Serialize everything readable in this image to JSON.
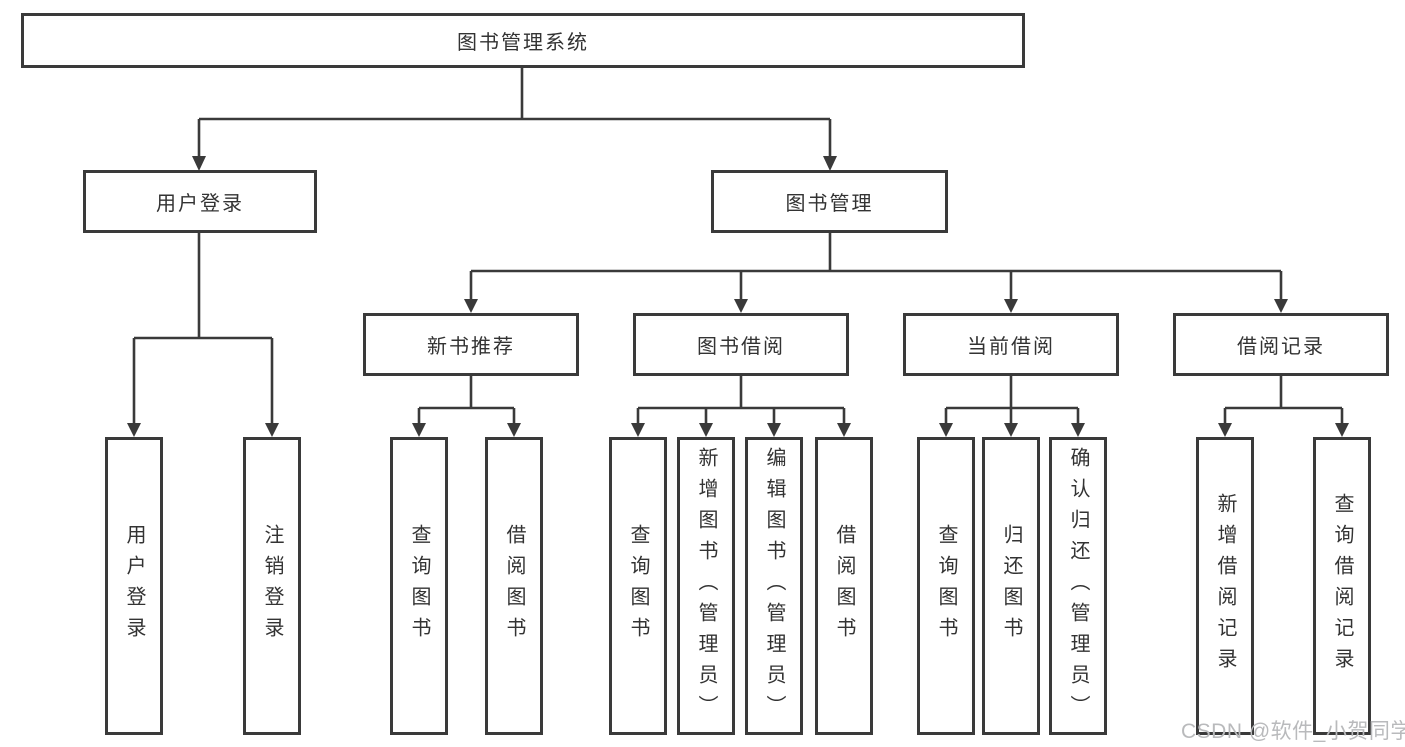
{
  "diagram": {
    "root": {
      "label": "图书管理系统"
    },
    "level2": [
      {
        "label": "用户登录"
      },
      {
        "label": "图书管理"
      }
    ],
    "level3": [
      {
        "label": "新书推荐"
      },
      {
        "label": "图书借阅"
      },
      {
        "label": "当前借阅"
      },
      {
        "label": "借阅记录"
      }
    ],
    "leaves": {
      "user_login": [
        "用户登录",
        "注销登录"
      ],
      "new_book_recommend": [
        "查询图书",
        "借阅图书"
      ],
      "book_borrow": [
        "查询图书",
        "新增图书（管理员）",
        "编辑图书（管理员）",
        "借阅图书"
      ],
      "current_borrow": [
        "查询图书",
        "归还图书",
        "确认归还（管理员）"
      ],
      "borrow_records": [
        "新增借阅记录",
        "查询借阅记录"
      ]
    }
  },
  "watermark": "CSDN @软件_小贺同学",
  "colors": {
    "line": "#3a3a3a",
    "box_border": "#3a3a3a",
    "text": "#333333",
    "watermark": "#b9babc",
    "background": "#ffffff"
  }
}
